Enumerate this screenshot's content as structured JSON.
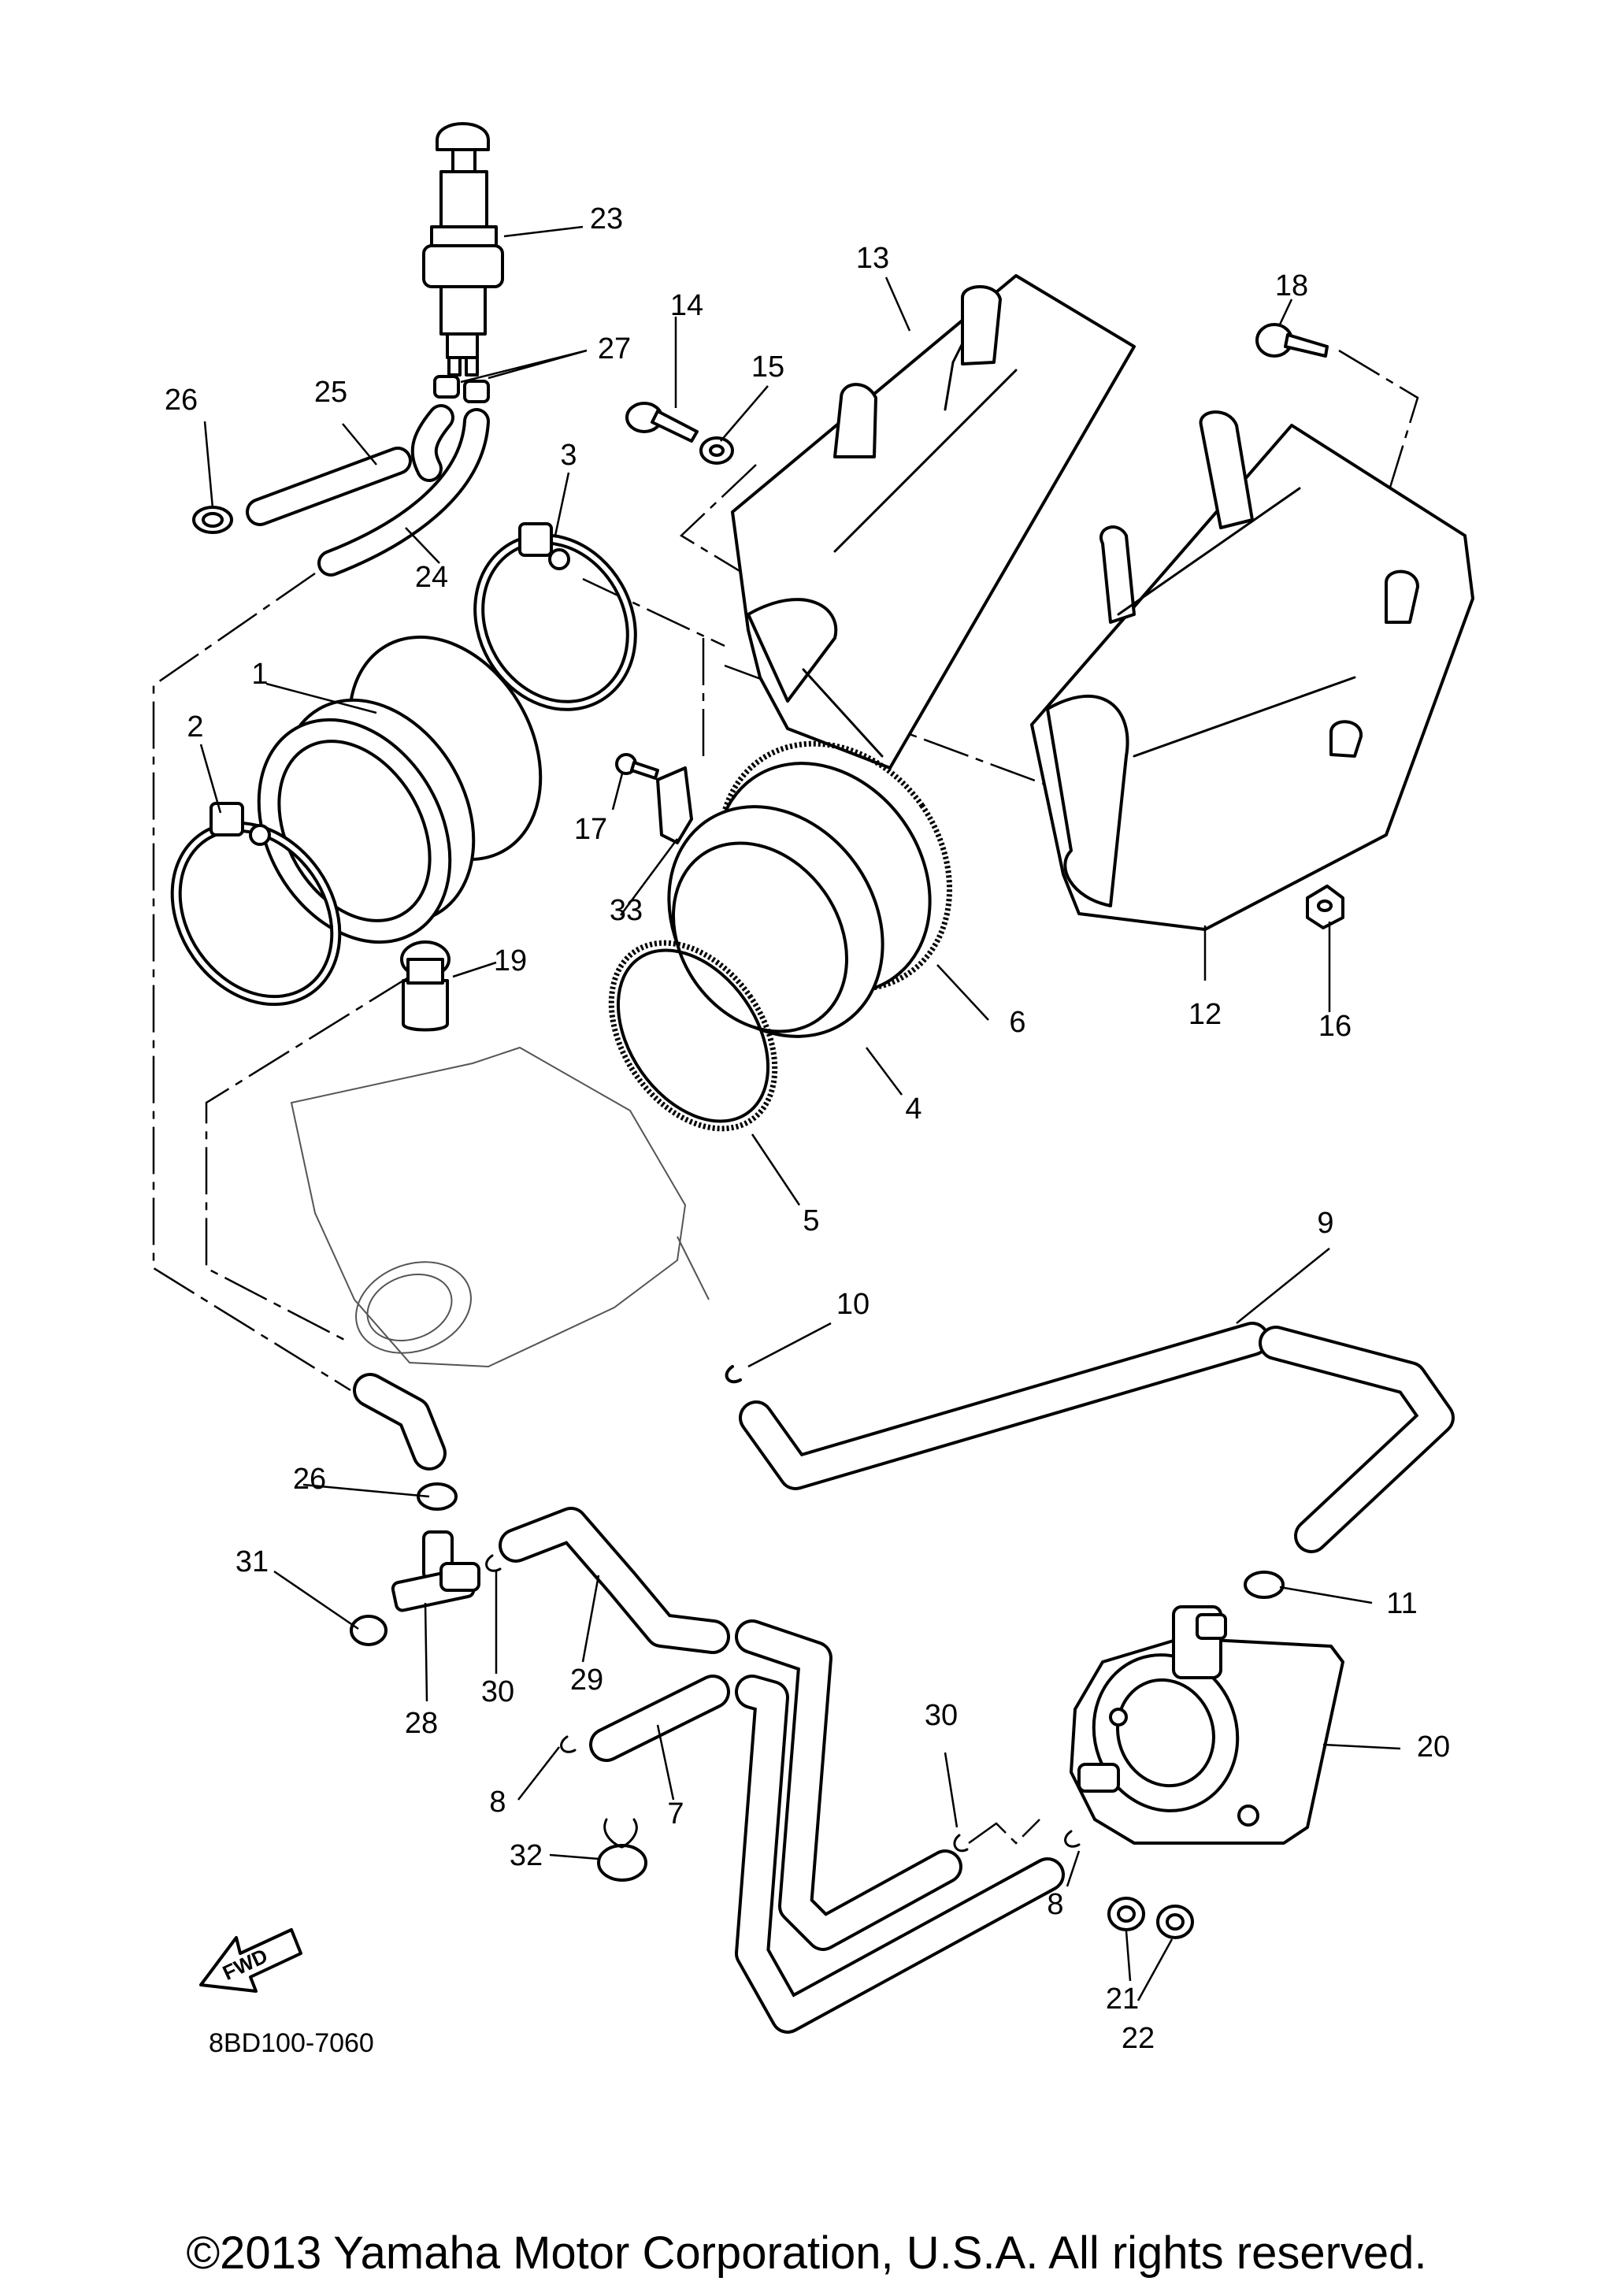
{
  "callouts": [
    {
      "id": "1",
      "label": "1"
    },
    {
      "id": "2",
      "label": "2"
    },
    {
      "id": "3",
      "label": "3"
    },
    {
      "id": "4",
      "label": "4"
    },
    {
      "id": "5",
      "label": "5"
    },
    {
      "id": "6",
      "label": "6"
    },
    {
      "id": "7",
      "label": "7"
    },
    {
      "id": "8a",
      "label": "8"
    },
    {
      "id": "8b",
      "label": "8"
    },
    {
      "id": "9",
      "label": "9"
    },
    {
      "id": "10",
      "label": "10"
    },
    {
      "id": "11",
      "label": "11"
    },
    {
      "id": "12",
      "label": "12"
    },
    {
      "id": "13",
      "label": "13"
    },
    {
      "id": "14",
      "label": "14"
    },
    {
      "id": "15",
      "label": "15"
    },
    {
      "id": "16",
      "label": "16"
    },
    {
      "id": "17",
      "label": "17"
    },
    {
      "id": "18",
      "label": "18"
    },
    {
      "id": "19",
      "label": "19"
    },
    {
      "id": "20",
      "label": "20"
    },
    {
      "id": "21",
      "label": "21"
    },
    {
      "id": "22",
      "label": "22"
    },
    {
      "id": "23",
      "label": "23"
    },
    {
      "id": "24",
      "label": "24"
    },
    {
      "id": "25",
      "label": "25"
    },
    {
      "id": "26a",
      "label": "26"
    },
    {
      "id": "26b",
      "label": "26"
    },
    {
      "id": "27",
      "label": "27"
    },
    {
      "id": "28",
      "label": "28"
    },
    {
      "id": "29",
      "label": "29"
    },
    {
      "id": "30a",
      "label": "30"
    },
    {
      "id": "30b",
      "label": "30"
    },
    {
      "id": "31",
      "label": "31"
    },
    {
      "id": "32",
      "label": "32"
    },
    {
      "id": "33",
      "label": "33"
    }
  ],
  "diagram_code": "8BD100-7060",
  "fwd_label": "FWD",
  "copyright": "©2013 Yamaha Motor Corporation, U.S.A. All rights reserved."
}
